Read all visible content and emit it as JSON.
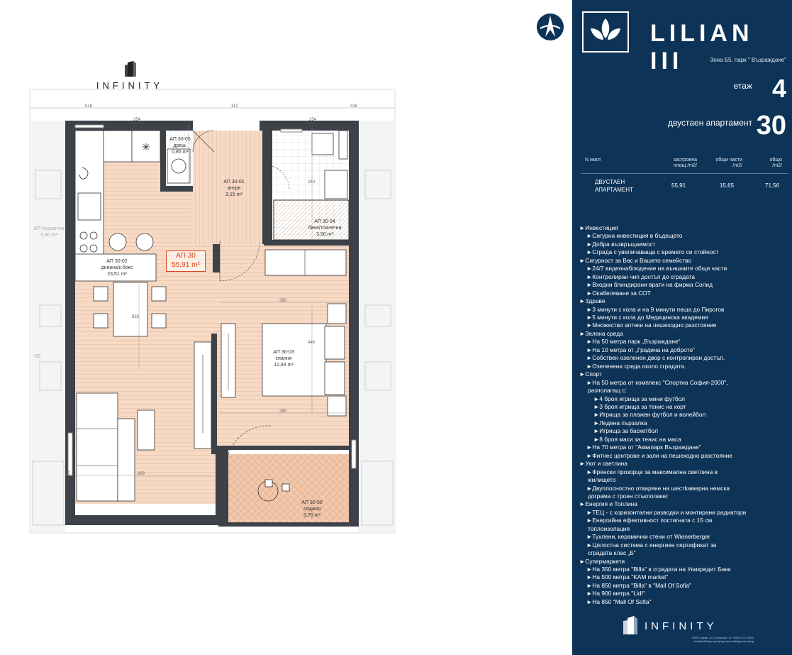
{
  "plan": {
    "brand_word": "INFINITY",
    "badge_title": "АП 30",
    "badge_area": "55,91 m²",
    "dims": {
      "top_left": "518",
      "top_mid": "112",
      "top_right": "416",
      "v1": "254",
      "v2": "254",
      "v3": "240",
      "living_height": "835",
      "bedroom_height": "446",
      "bedroom_width_top": "290",
      "bedroom_width_bottom": "290",
      "bottom_width": "303",
      "left_small": "25",
      "side_12": "12"
    },
    "rooms": {
      "storage": [
        "АП 30-05",
        "дреш.",
        "0,85 m²"
      ],
      "hall": [
        "АП 30-01",
        "антре",
        "3,15 m²"
      ],
      "bath": [
        "АП 30-04",
        "баня/тоалетна",
        "3,90 m²"
      ],
      "living": [
        "АП 30-02",
        "дневна/к.бокс",
        "23,51 m²"
      ],
      "bedroom": [
        "АП 30-03",
        "спалня",
        "12,93 m²"
      ],
      "loggia": [
        "АП 30-06",
        "лоджия",
        "3,78 m²"
      ],
      "neighbor_left": [
        "АП /тоалетна",
        "3,90 m²"
      ],
      "neighbor_left2": "-03"
    }
  },
  "panel": {
    "brand_name": "LILIAN III",
    "zone": "Зона Б5, парк \" Възраждане\"",
    "floor_label": "етаж",
    "floor_value": "4",
    "type_label": "двустаен апартамент",
    "type_value": "30",
    "table": {
      "h_num": "N имот",
      "h_built": [
        "застроена",
        "площ /m2/"
      ],
      "h_common": [
        "общи части",
        "/m2/"
      ],
      "h_total": [
        "общо",
        "/m2/"
      ],
      "row_name": [
        "ДВУСТАЕН",
        "АПАРТАМЕНТ"
      ],
      "row_built": "55,91",
      "row_common": "15,65",
      "row_total": "71,56"
    },
    "features": [
      {
        "lvl": "l0",
        "text": "►Инвестиция"
      },
      {
        "lvl": "l1",
        "text": "►Сигурна инвестиция в бъдещето"
      },
      {
        "lvl": "l1",
        "text": "►Добра възвръщаемост"
      },
      {
        "lvl": "l1",
        "text": "►Сграда с увеличаваща с времето си стойност"
      },
      {
        "lvl": "l0",
        "text": "►Сигурност за Вас и Вашето семейство"
      },
      {
        "lvl": "l1",
        "text": "►24/7 видеонаблюдение на външните общи части"
      },
      {
        "lvl": "l1",
        "text": "►Контролиран чип достъп до сградата"
      },
      {
        "lvl": "l1",
        "text": "►Входни блиндирани врати на фирма Солид"
      },
      {
        "lvl": "l1",
        "text": "►Окабеляване за СОТ"
      },
      {
        "lvl": "l0",
        "text": "►Здраве"
      },
      {
        "lvl": "l1",
        "text": "►3 минути с кола и на 9 минути пеша до Пирогов"
      },
      {
        "lvl": "l1",
        "text": "►5 минути с кола до Медицинска академия"
      },
      {
        "lvl": "l1",
        "text": "►Множество аптеки на пешеходно разстояние"
      },
      {
        "lvl": "l0",
        "text": "►Зелена среда"
      },
      {
        "lvl": "l1",
        "text": "►На 50 метра парк „Възраждане“"
      },
      {
        "lvl": "l1",
        "text": "►На 10 метра от „Градина на доброто“"
      },
      {
        "lvl": "l1",
        "text": "►Собствен озеленен двор с контролиран достъп."
      },
      {
        "lvl": "l1",
        "text": "►Озеленена среда около сградата."
      },
      {
        "lvl": "l0",
        "text": "►Спорт"
      },
      {
        "lvl": "l1",
        "text": "►На 50 метра от комплекс \"Спортна София-2000\","
      },
      {
        "lvl": "cont",
        "text": "разполагащ с:"
      },
      {
        "lvl": "l2",
        "text": "►4 броя игрища за мини футбол"
      },
      {
        "lvl": "l2",
        "text": "►3 броя игрища за тенис на корт"
      },
      {
        "lvl": "l2",
        "text": "►Игрища за плажен футбол и волейбол"
      },
      {
        "lvl": "l2",
        "text": "►Ледена пързалка"
      },
      {
        "lvl": "l2",
        "text": "►Игрища за баскетбол"
      },
      {
        "lvl": "l2",
        "text": "►8 броя маси за тенис на маса"
      },
      {
        "lvl": "l1",
        "text": "►На 70 метра от \"Аквапарк Възраждане\""
      },
      {
        "lvl": "l1",
        "text": "►Фитнес центрове и зали на пешеходно разстояние"
      },
      {
        "lvl": "l0",
        "text": "►Уют и светлина"
      },
      {
        "lvl": "l1",
        "text": "►Френски прозорци за максимална светлина в"
      },
      {
        "lvl": "cont",
        "text": "жилището"
      },
      {
        "lvl": "l1",
        "text": "►Двуплосностно отваряне на шестkамерна немска"
      },
      {
        "lvl": "cont",
        "text": "дограма с троен стъклопакет"
      },
      {
        "lvl": "l0",
        "text": "►Енергия и Топлина"
      },
      {
        "lvl": "l1",
        "text": "►ТЕЦ - с хоризонтални разводки и монтирани радиатори"
      },
      {
        "lvl": "l1",
        "text": "►Енергийна ефективност постигната с 15 см"
      },
      {
        "lvl": "cont",
        "text": "топлоизолация"
      },
      {
        "lvl": "l1",
        "text": "►Тухлени, керамични стени от Wienerberger"
      },
      {
        "lvl": "l1",
        "text": "►Цялостна система с енергиен сертификат за"
      },
      {
        "lvl": "cont",
        "text": "сградата клас „Б“"
      },
      {
        "lvl": "l0",
        "text": "►Супермаркети"
      },
      {
        "lvl": "l1",
        "text": "►На 350 метра \"Billa\" в сградата на Уникредит Банк"
      },
      {
        "lvl": "l1",
        "text": "►На 500 метра \"KAM market\""
      },
      {
        "lvl": "l1",
        "text": "►На 850 метра \"Billa\" в \"Mall Of Sofia\""
      },
      {
        "lvl": "l1",
        "text": "►На 900 метра \"Lidl\""
      },
      {
        "lvl": "l1",
        "text": "►На 850 \"Mall Of Sofia\""
      }
    ],
    "footer_word": "INFINITY",
    "footer_addr": "1000 София, ул.\"Солунска\" 12  +359 2 971 3333  info@infinityproperty.bg  www.infinityproperty.bg"
  },
  "colors": {
    "panel_bg": "#0d3357",
    "floor_fill": "#f7d9c4",
    "wall": "#3d4148",
    "badge": "#d42222"
  }
}
